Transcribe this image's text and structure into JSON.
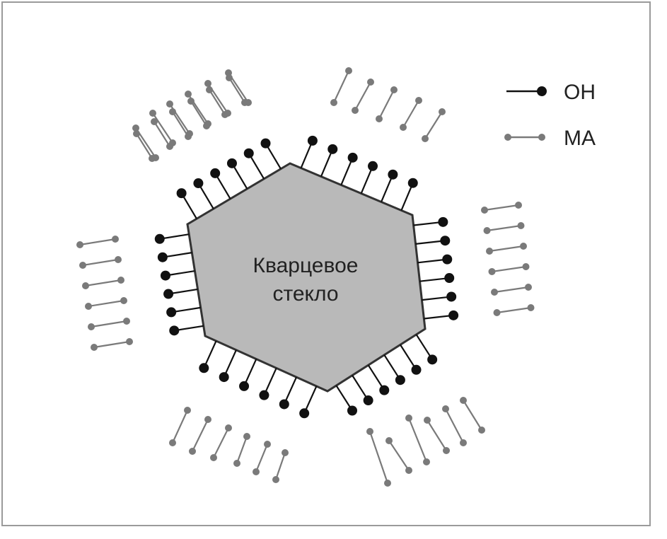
{
  "diagram": {
    "center_label_line1": "Кварцевое",
    "center_label_line2": "стекло",
    "legend": [
      {
        "label": "OH",
        "marker": "black-dot-stick"
      },
      {
        "label": "MA",
        "marker": "gray-dot-dumbbell"
      }
    ]
  },
  "colors": {
    "hexagon_fill": "#b9b9b9",
    "hexagon_stroke": "#333333",
    "oh_color": "#111111",
    "ma_color": "#7a7a7a",
    "frame_border": "#9a9a9a",
    "background": "#ffffff"
  }
}
